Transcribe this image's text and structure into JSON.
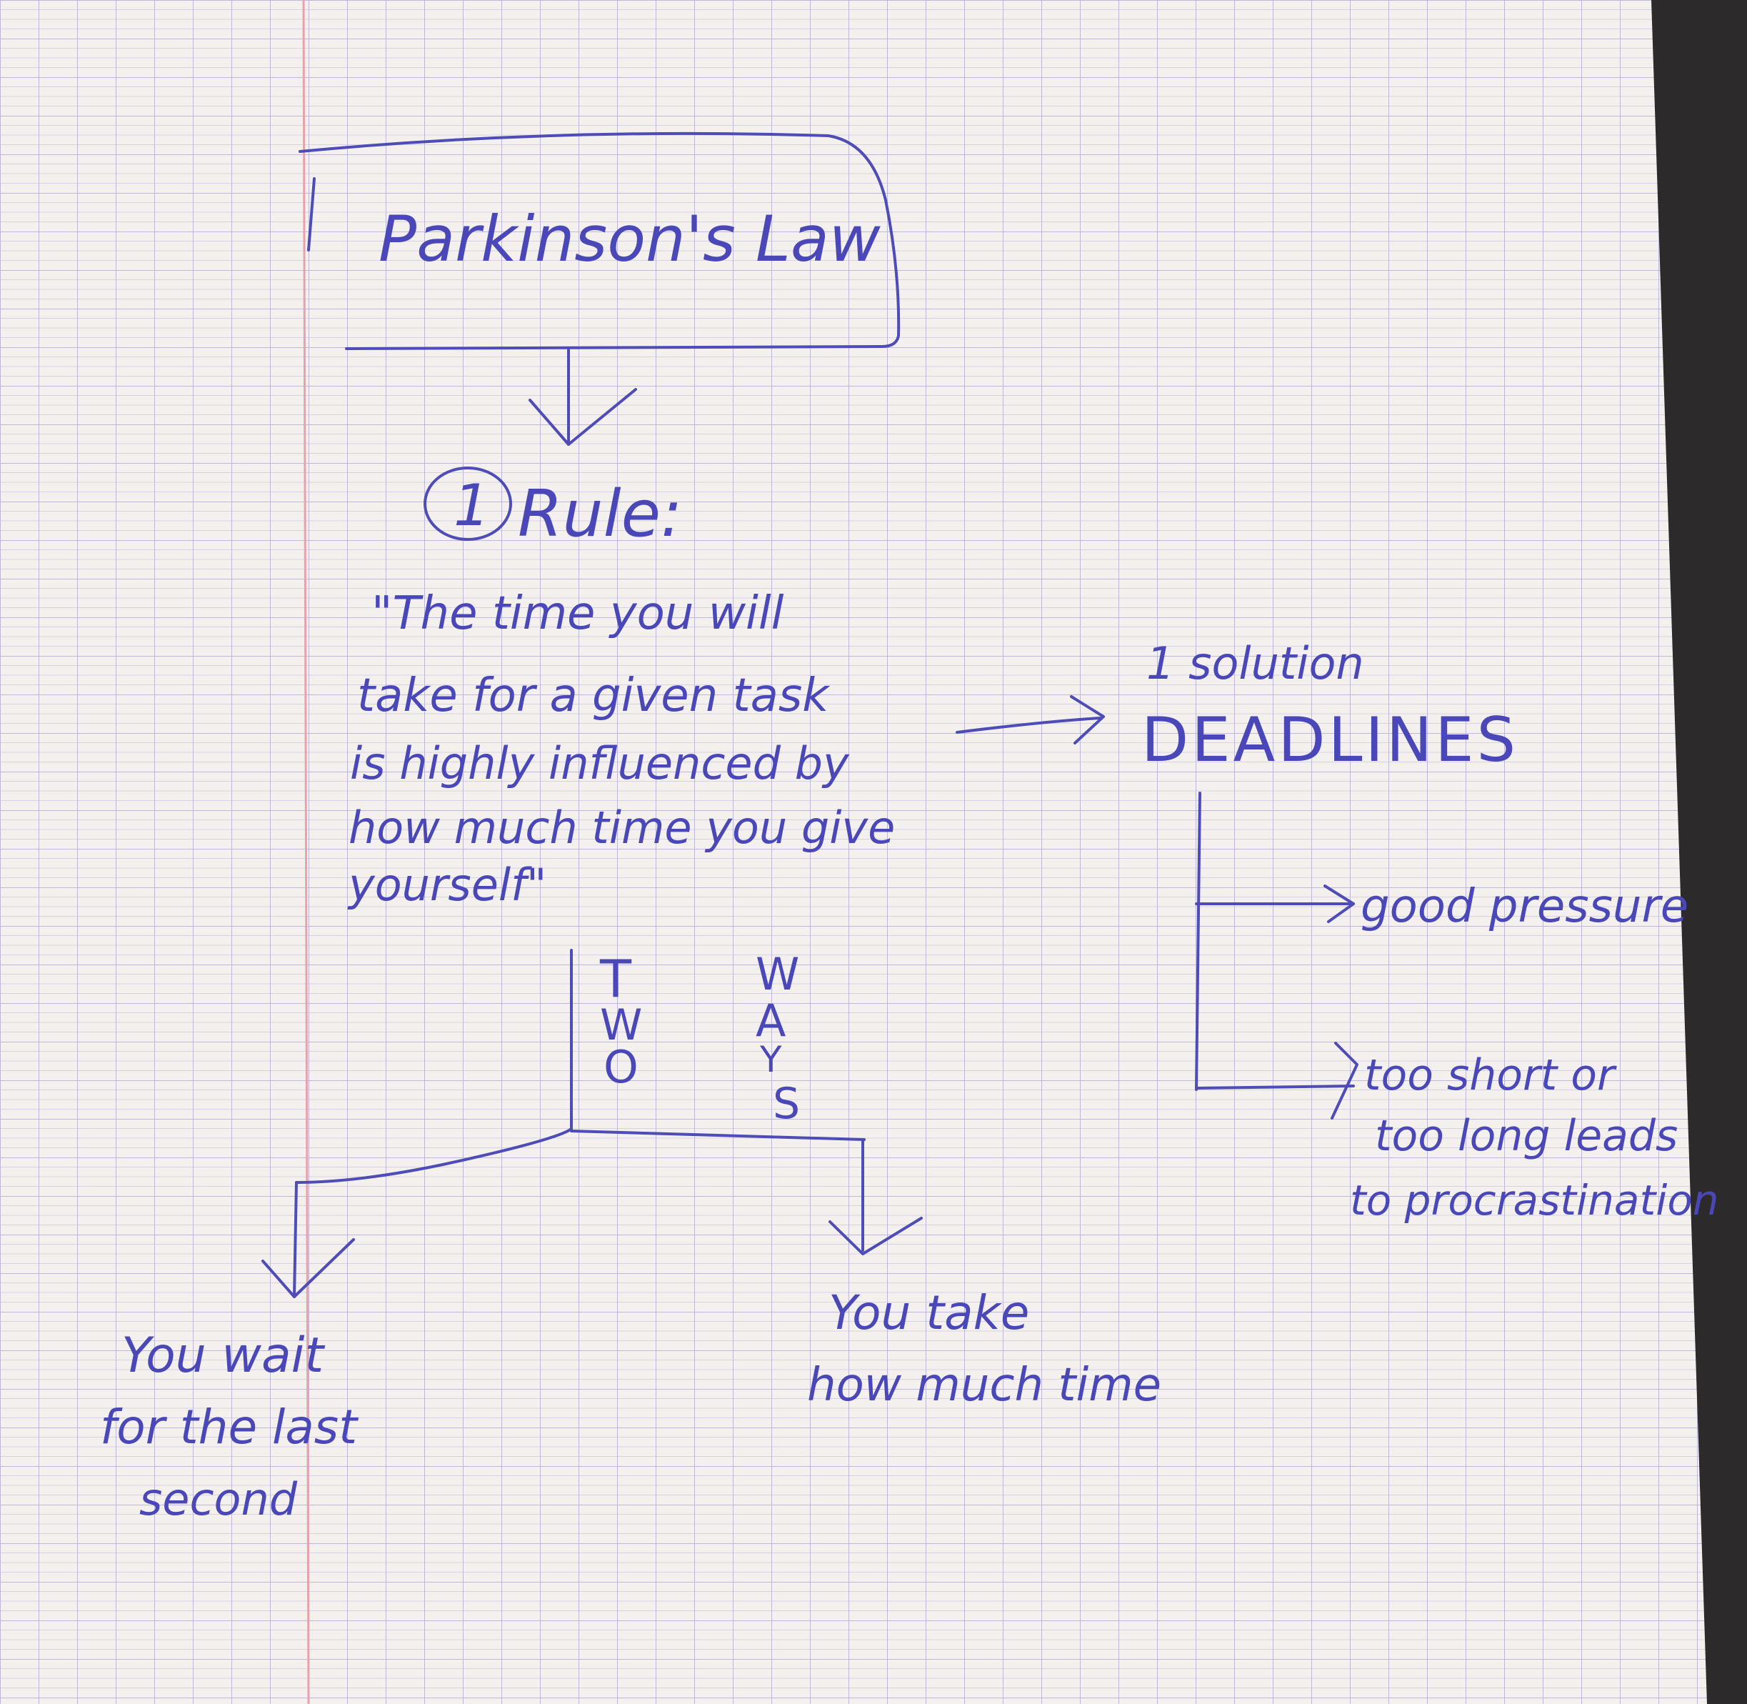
{
  "title": "Parkinson's Law",
  "rule": {
    "label": "Rule:",
    "number": "1",
    "quote_lines": [
      "\"The time you will",
      "take for a given task",
      "is highly influenced by",
      "how much time you give",
      "yourself\""
    ]
  },
  "solution": {
    "label": "1 solution",
    "heading": "DEADLINES",
    "branches": [
      {
        "lines": [
          "good pressure"
        ]
      },
      {
        "lines": [
          "too short or",
          "too long leads",
          "to procrastination"
        ]
      }
    ]
  },
  "two_ways": {
    "left_letters": [
      "T",
      "W",
      "O"
    ],
    "right_letters": [
      "W",
      "A",
      "Y",
      "S"
    ],
    "outcomes": [
      {
        "lines": [
          "You wait",
          "for the last",
          "second"
        ]
      },
      {
        "lines": [
          "You take",
          "how much time"
        ]
      }
    ]
  },
  "colors": {
    "ink": "#4e4cb6",
    "paper": "#f4f0ee",
    "grid": "#c9c4dd",
    "margin": "#e7a3ad",
    "background": "#2c2a2b"
  }
}
